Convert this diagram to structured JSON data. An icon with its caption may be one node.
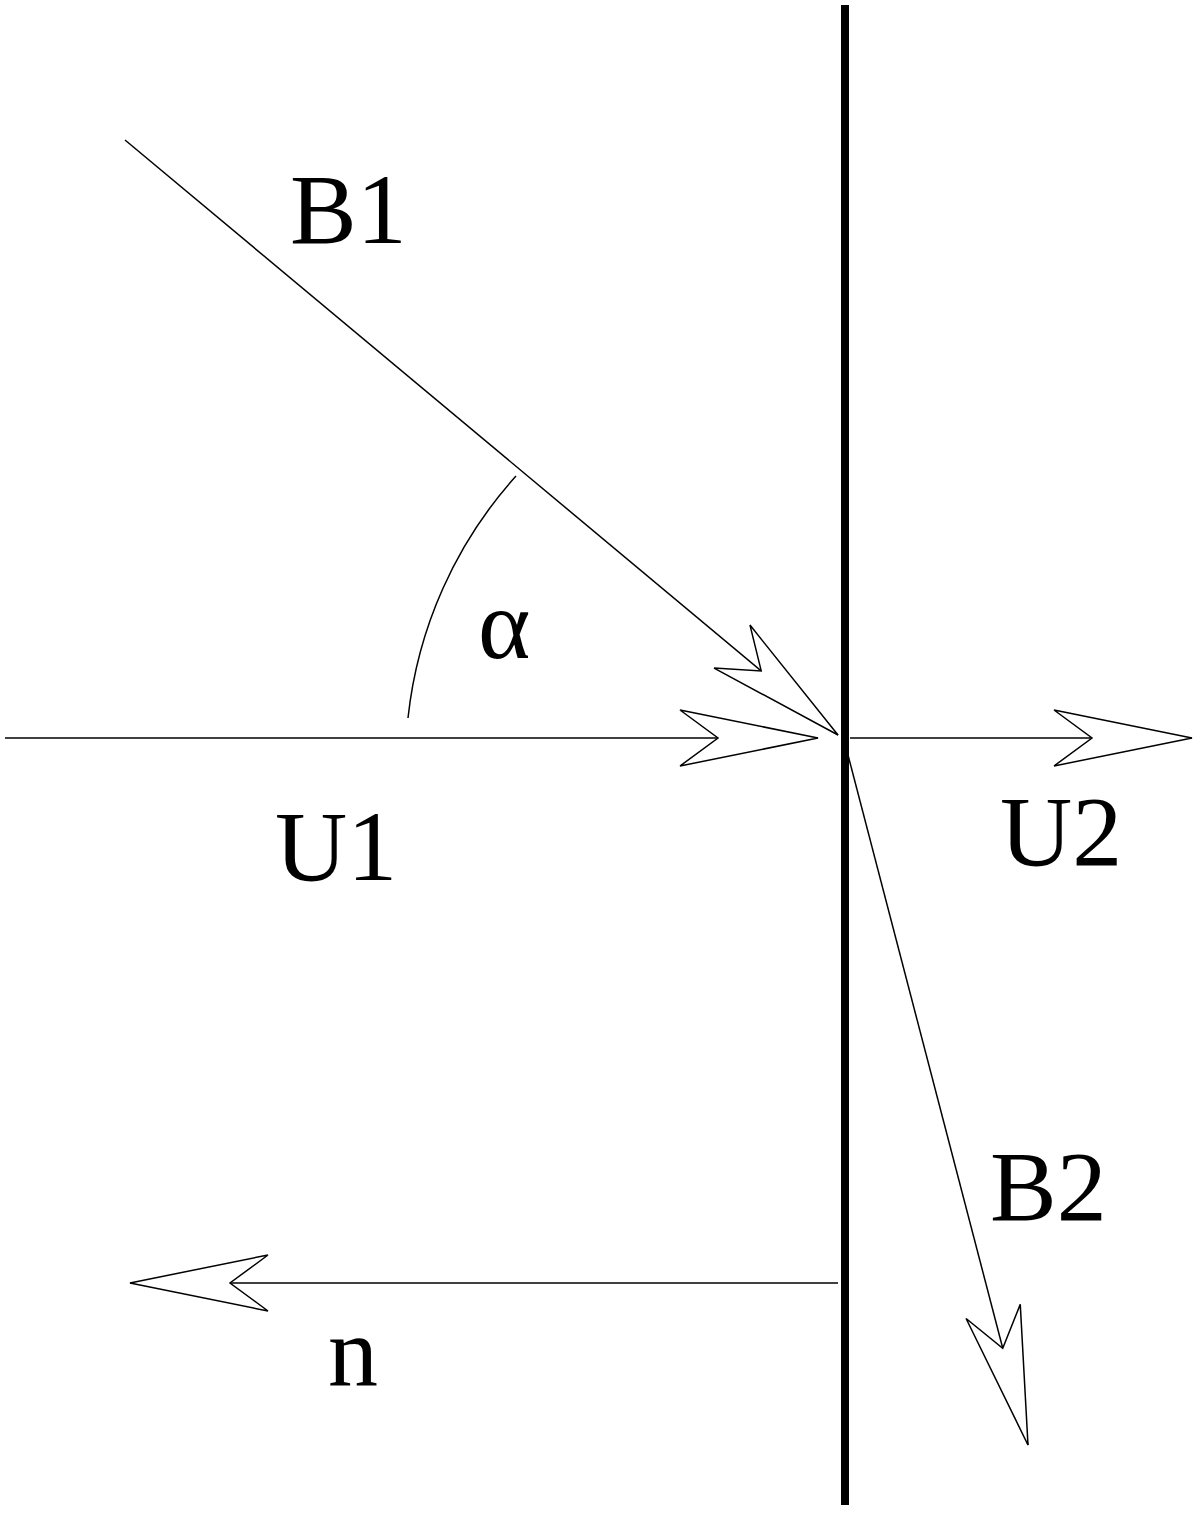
{
  "diagram": {
    "labels": [
      "B1",
      "α",
      "U1",
      "U2",
      "B2",
      "n"
    ]
  }
}
